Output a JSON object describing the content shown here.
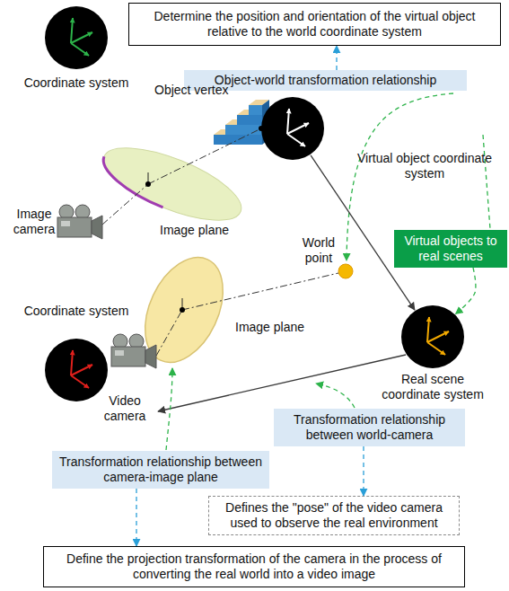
{
  "diagram": {
    "nodes": [
      {
        "text": [
          "Determine the position and orientation of the virtual object relative to the world coordinate system"
        ]
      },
      {
        "text": [
          "Object-world transformation relationship"
        ]
      },
      {
        "text": [
          "Coordinate system"
        ]
      },
      {
        "text": [
          "Virtual object coordinate system"
        ]
      },
      {
        "text": [
          "Virtual objects to real scenes"
        ]
      },
      {
        "text": [
          "Real scene coordinate system"
        ]
      },
      {
        "text": [
          "Coordinate system"
        ]
      },
      {
        "text": [
          "Transformation relationship between world-camera"
        ]
      },
      {
        "text": [
          "Transformation relationship between camera-image plane"
        ]
      },
      {
        "text": [
          "Defines the \"pose\" of the video camera used to observe the real environment"
        ]
      },
      {
        "text": [
          "Define the projection transformation of the camera in the process of converting the real world into a video image"
        ]
      }
    ],
    "edges": [
      {
        "from": 1,
        "to": 0,
        "arrow": "to"
      },
      {
        "from": 3,
        "to": 5,
        "arrow": "to"
      },
      {
        "from": 4,
        "to": 5,
        "arrow": "to"
      },
      {
        "from": 7,
        "to": 9,
        "arrow": "to"
      },
      {
        "from": 8,
        "to": 10,
        "arrow": "to"
      }
    ],
    "labels": [
      "Object vertex",
      "Image camera",
      "Image plane",
      "World point",
      "Image plane",
      "Video camera"
    ]
  }
}
